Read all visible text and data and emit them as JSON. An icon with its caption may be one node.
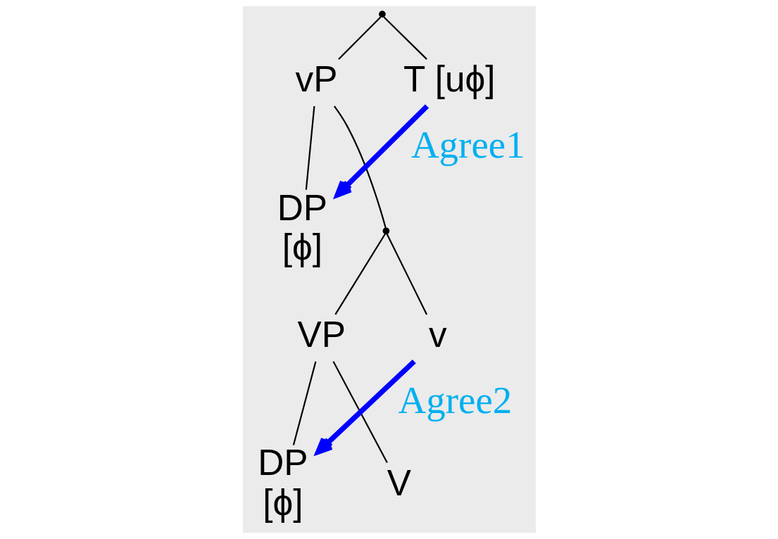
{
  "diagram": {
    "nodes": [
      {
        "text": [],
        "shape": "point"
      },
      {
        "text": [
          "vP"
        ]
      },
      {
        "text": [
          "T [uϕ]"
        ]
      },
      {
        "text": [
          "DP",
          "[ϕ]"
        ]
      },
      {
        "text": [],
        "shape": "point"
      },
      {
        "text": [
          "VP"
        ]
      },
      {
        "text": [
          "v"
        ]
      },
      {
        "text": [
          "DP",
          "[ϕ]"
        ]
      },
      {
        "text": [
          "V"
        ]
      }
    ],
    "edges": [
      {
        "from": 0,
        "to": 1,
        "arrow": "none"
      },
      {
        "from": 0,
        "to": 2,
        "arrow": "none"
      },
      {
        "from": 1,
        "to": 3,
        "arrow": "none"
      },
      {
        "from": 1,
        "to": 4,
        "arrow": "none"
      },
      {
        "from": 4,
        "to": 5,
        "arrow": "none"
      },
      {
        "from": 4,
        "to": 6,
        "arrow": "none"
      },
      {
        "from": 5,
        "to": 7,
        "arrow": "none"
      },
      {
        "from": 5,
        "to": 8,
        "arrow": "none"
      },
      {
        "from": 2,
        "to": 3,
        "arrow": "to",
        "label": "Agree1",
        "style": "thick",
        "color": "#0000ff"
      },
      {
        "from": 6,
        "to": 7,
        "arrow": "to",
        "label": "Agree2",
        "style": "thick",
        "color": "#0000ff"
      }
    ]
  }
}
